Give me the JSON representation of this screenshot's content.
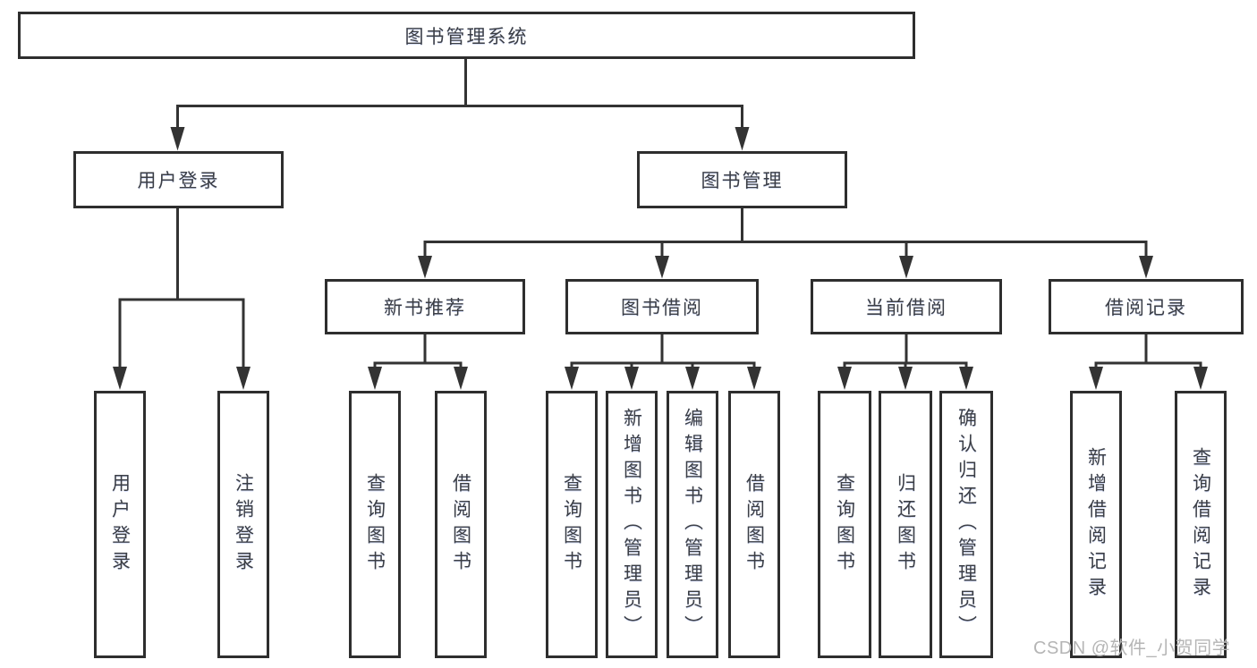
{
  "diagram": {
    "root": {
      "label": "图书管理系统"
    },
    "user_login": {
      "label": "用户登录",
      "children": [
        {
          "label": "用户登录"
        },
        {
          "label": "注销登录"
        }
      ]
    },
    "book_mgmt": {
      "label": "图书管理",
      "sections": [
        {
          "label": "新书推荐",
          "children": [
            {
              "label": "查询图书"
            },
            {
              "label": "借阅图书"
            }
          ]
        },
        {
          "label": "图书借阅",
          "children": [
            {
              "label": "查询图书"
            },
            {
              "label": "新增图书（管理员）"
            },
            {
              "label": "编辑图书（管理员）"
            },
            {
              "label": "借阅图书"
            }
          ]
        },
        {
          "label": "当前借阅",
          "children": [
            {
              "label": "查询图书"
            },
            {
              "label": "归还图书"
            },
            {
              "label": "确认归还（管理员）"
            }
          ]
        },
        {
          "label": "借阅记录",
          "children": [
            {
              "label": "新增借阅记录"
            },
            {
              "label": "查询借阅记录"
            }
          ]
        }
      ]
    }
  },
  "watermark": {
    "text": "CSDN @软件_小贺同学"
  },
  "colors": {
    "line": "#333333",
    "box_border": "#2e2e2e",
    "text": "#3b3e45",
    "watermark": "#b5b5b5",
    "background": "#ffffff"
  }
}
